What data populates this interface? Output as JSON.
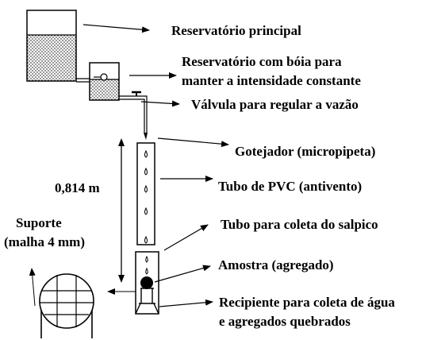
{
  "labels": {
    "main_reservoir": "Reservatório principal",
    "float_reservoir_line1": "Reservatório com bóia  para",
    "float_reservoir_line2": "manter a intensidade constante",
    "flow_valve": "Válvula para regular a vazão",
    "dripper": "Gotejador (micropipeta)",
    "pvc_tube": "Tubo de PVC (antivento)",
    "height": "0,814 m",
    "support_line1": "Suporte",
    "support_line2": "(malha 4 mm)",
    "splash_tube": "Tubo para coleta do salpico",
    "sample": "Amostra (agregado)",
    "container_line1": "Recipiente para coleta de água",
    "container_line2": "e agregados quebrados"
  },
  "colors": {
    "stroke": "#000000",
    "water_hatch": "#000000",
    "background": "#ffffff"
  }
}
